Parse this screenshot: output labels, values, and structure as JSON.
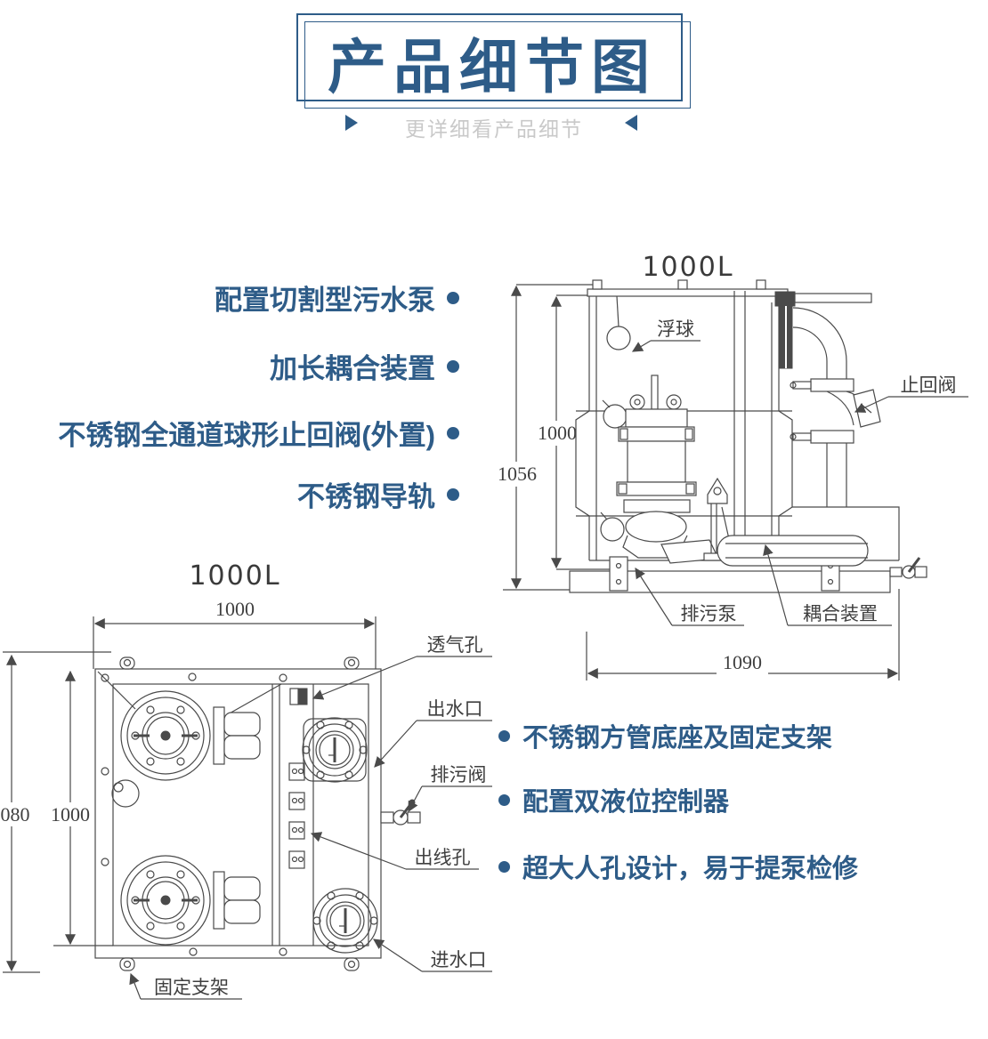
{
  "header": {
    "title": "产品细节图",
    "subtitle": "更详细看产品细节"
  },
  "left_features": [
    "配置切割型污水泵",
    "加长耦合装置",
    "不锈钢全通道球形止回阀(外置)",
    "不锈钢导轨"
  ],
  "right_features": [
    "不锈钢方管底座及固定支架",
    "配置双液位控制器",
    "超大人孔设计，易于提泵检修"
  ],
  "side_view": {
    "capacity": "1000L",
    "dims": {
      "height_inner": "1000",
      "height_outer": "1056",
      "width_bottom": "1090"
    },
    "labels": {
      "float_ball": "浮球",
      "check_valve": "止回阀",
      "sewage_pump": "排污泵",
      "coupling_device": "耦合装置"
    }
  },
  "top_view": {
    "capacity": "1000L",
    "dims": {
      "width_top": "1000",
      "height_inner": "1000",
      "height_outer": "080"
    },
    "labels": {
      "vent_hole": "透气孔",
      "water_outlet": "出水口",
      "drain_valve": "排污阀",
      "cable_hole": "出线孔",
      "water_inlet": "进水口",
      "fixing_bracket": "固定支架"
    }
  },
  "colors": {
    "accent": "#2e5c88",
    "subtitle_gray": "#c9c9c9",
    "line_gray": "#4a4a4a"
  }
}
